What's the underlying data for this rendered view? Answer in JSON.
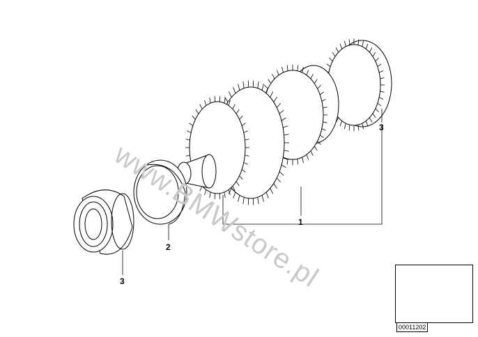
{
  "diagram": {
    "callouts": {
      "part_1": "1",
      "part_2": "2",
      "part_3_left": "3",
      "part_3_right": "3"
    },
    "watermark": "www.BMWstore.pl",
    "thumbnail": {
      "code": "00011202",
      "icon": "motorcycle-icon"
    },
    "colors": {
      "line": "#000000",
      "watermark": "#c9c9c9",
      "background": "#ffffff"
    }
  }
}
